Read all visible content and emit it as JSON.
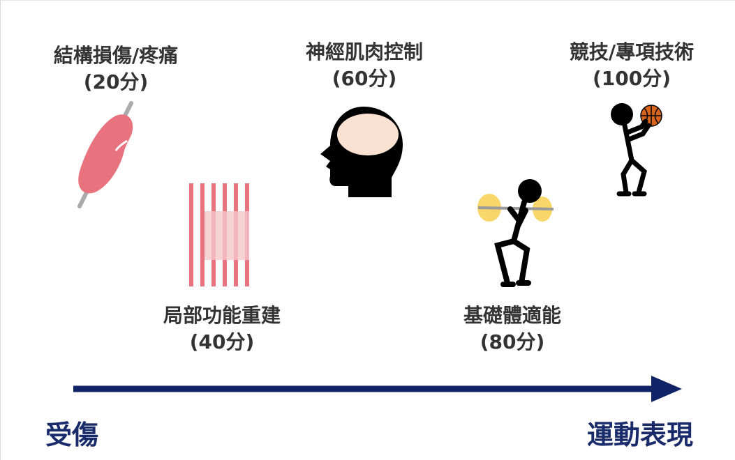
{
  "stages": [
    {
      "name": "結構損傷/疼痛",
      "score": "(20分)",
      "icon": "muscle-icon"
    },
    {
      "name": "局部功能重建",
      "score": "(40分)",
      "icon": "muscle-fiber-icon"
    },
    {
      "name": "神經肌肉控制",
      "score": "(60分)",
      "icon": "head-brain-icon"
    },
    {
      "name": "基礎體適能",
      "score": "(80分)",
      "icon": "squat-barbell-icon"
    },
    {
      "name": "競技/專項技術",
      "score": "(100分)",
      "icon": "basketball-player-icon"
    }
  ],
  "axis": {
    "start_label": "受傷",
    "end_label": "運動表現",
    "arrow_color": "#0f2366"
  },
  "colors": {
    "muscle": "#e8737e",
    "fiber_light": "#f2b6bc",
    "brain": "#fbe1d2",
    "plate": "#f8d66a",
    "basketball": "#d9651c",
    "text": "#333333"
  }
}
